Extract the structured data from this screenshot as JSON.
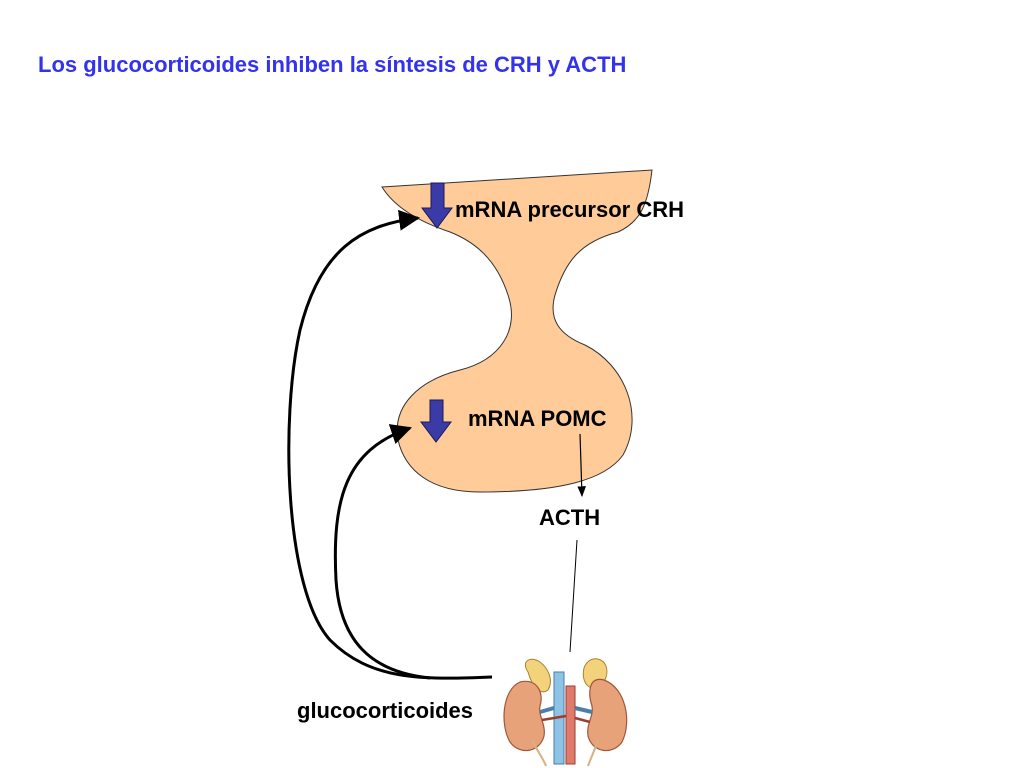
{
  "title": "Los glucocorticoides inhiben la síntesis de CRH y ACTH",
  "labels": {
    "crh": "mRNA precursor CRH",
    "pomc": "mRNA POMC",
    "acth": "ACTH",
    "glucocorticoides": "glucocorticoides"
  },
  "colors": {
    "title": "#3333ee",
    "tissue": "#ffcc99",
    "down_arrow": "#3b3ba8",
    "kidney": "#e8a27a",
    "adrenal": "#f2d27a",
    "vein": "#8fc3e6",
    "artery": "#e07a6a"
  },
  "icons": {
    "down_arrow": "down-arrow-icon",
    "kidneys": "kidneys-adrenals-icon"
  }
}
